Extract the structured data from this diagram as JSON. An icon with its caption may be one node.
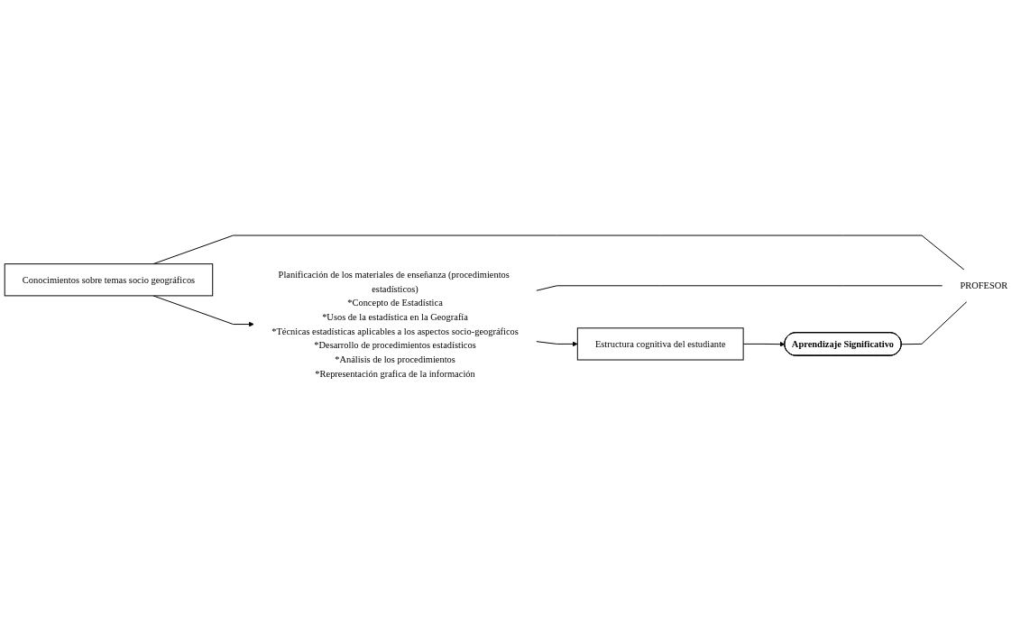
{
  "diagram": {
    "nodes": [
      {
        "text": [
          "Conocimientos sobre temas socio geográficos"
        ]
      },
      {
        "text": [
          "Planificación de los materiales de enseñanza (procedimientos estadísticos)",
          "*Concepto de Estadística",
          "*Usos de la estadística en la Geografía",
          "*Técnicas estadísticas aplicables a los aspectos socio-geográficos",
          "*Desarrollo de procedimientos estadísticos",
          "*Análisis de los procedimientos",
          "*Representación grafica de la información"
        ]
      },
      {
        "text": [
          "Estructura cognitiva del estudiante"
        ]
      },
      {
        "text": [
          "Aprendizaje Significativo"
        ]
      },
      {
        "text": [
          "PROFESOR"
        ]
      }
    ],
    "edges": [
      {
        "from": 0,
        "to": 1,
        "arrow": "to"
      },
      {
        "from": 1,
        "to": 2,
        "arrow": "to"
      },
      {
        "from": 2,
        "to": 3,
        "arrow": "to"
      },
      {
        "from": 0,
        "to": 4,
        "arrow": "none"
      },
      {
        "from": 1,
        "to": 4,
        "arrow": "none"
      },
      {
        "from": 3,
        "to": 4,
        "arrow": "none"
      }
    ]
  }
}
